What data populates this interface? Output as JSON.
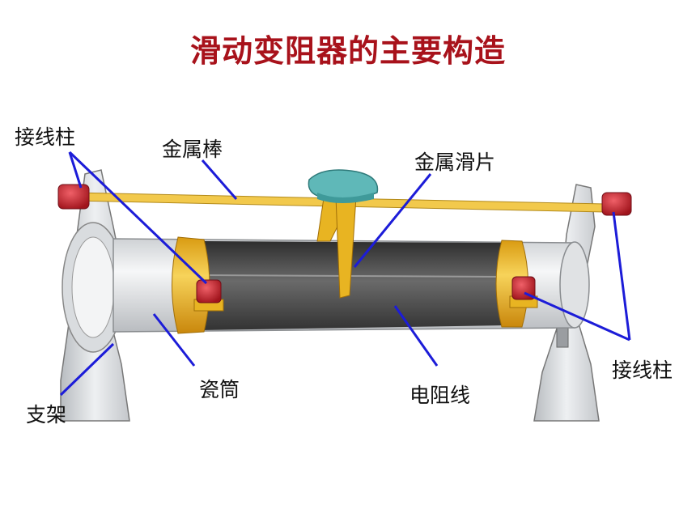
{
  "title": "滑动变阻器的主要构造",
  "labels": {
    "terminal_left": "接线柱",
    "metal_rod": "金属棒",
    "metal_slider": "金属滑片",
    "terminal_right": "接线柱",
    "porcelain_tube": "瓷筒",
    "resistance_wire": "电阻线",
    "stand": "支架"
  },
  "colors": {
    "title": "#a8121b",
    "leader_line": "#1c1cd8",
    "rod": "#f2c94c",
    "band": "#e8b422",
    "wire_coil": "#4a4a4a",
    "tube": "#e4e6e8",
    "terminal": "#c8202a",
    "slider_top": "#5fb8b8"
  }
}
